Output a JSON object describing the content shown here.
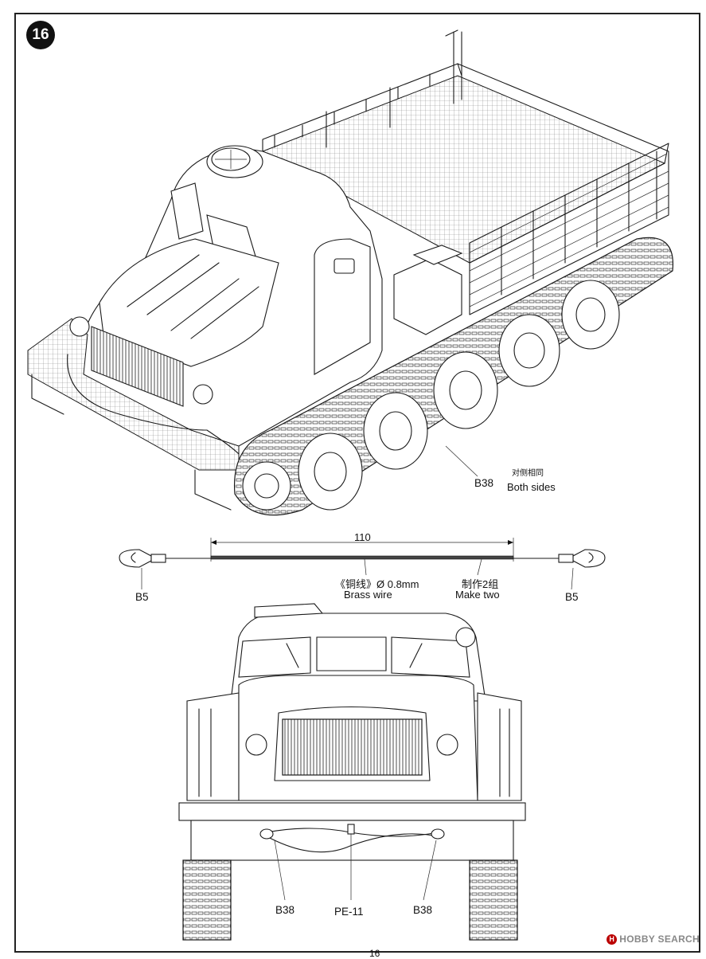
{
  "step": {
    "number": "16"
  },
  "labels": {
    "b38_top": "B38",
    "both_sides_cn": "对侧相同",
    "both_sides_en": "Both sides",
    "dimension_110": "110",
    "wire_spec_cn": "《铜线》Ø 0.8mm",
    "wire_spec_en": "Brass wire",
    "make_two_cn": "制作2组",
    "make_two_en": "Make two",
    "b5_left": "B5",
    "b5_right": "B5",
    "b38_bottom_left": "B38",
    "pe11": "PE-11",
    "b38_bottom_right": "B38"
  },
  "footer": {
    "logo_mark": "H",
    "logo_text": "HOBBY SEARCH",
    "page_number": "16"
  },
  "icons": [
    "step-number-badge",
    "wire-eye-terminal-icon",
    "hobby-search-logo-icon"
  ]
}
